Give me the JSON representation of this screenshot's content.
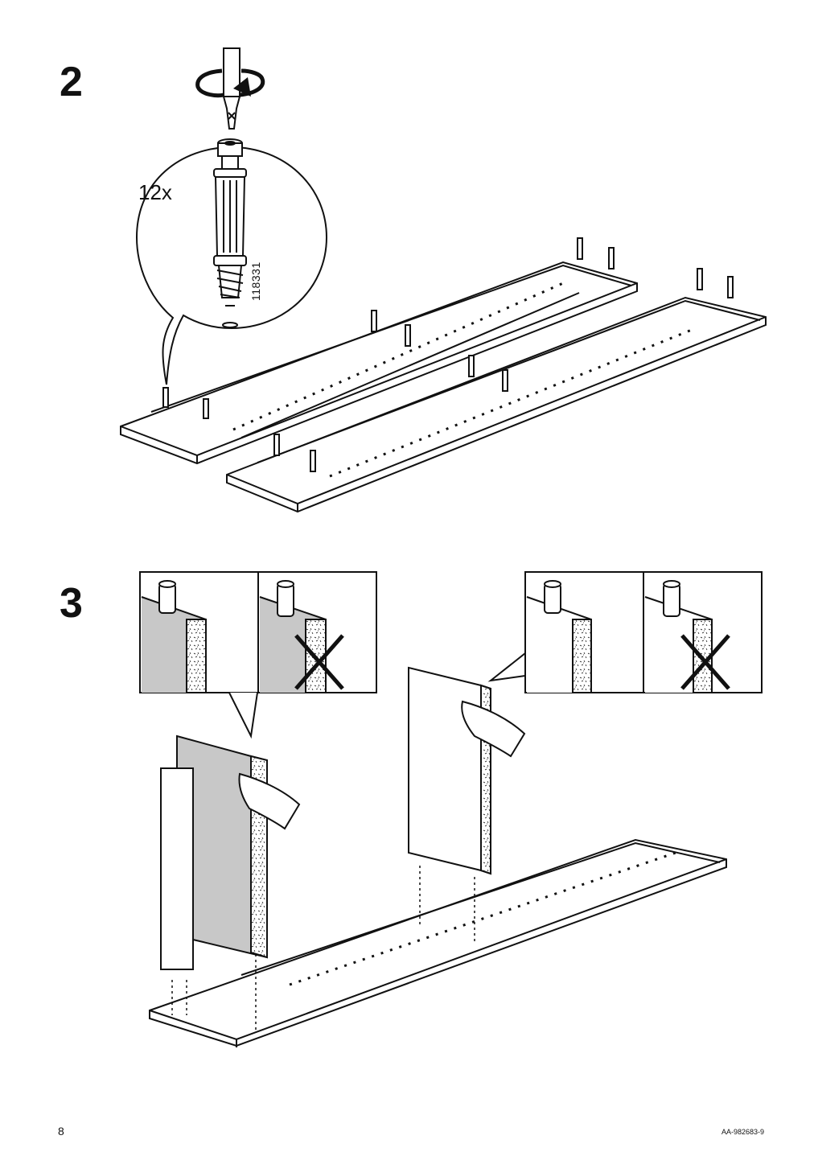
{
  "steps": [
    {
      "number": "2",
      "quantity": "12x",
      "part_number": "118331"
    },
    {
      "number": "3"
    }
  ],
  "footer": {
    "page_number": "8",
    "document_code": "AA-982683-9"
  }
}
